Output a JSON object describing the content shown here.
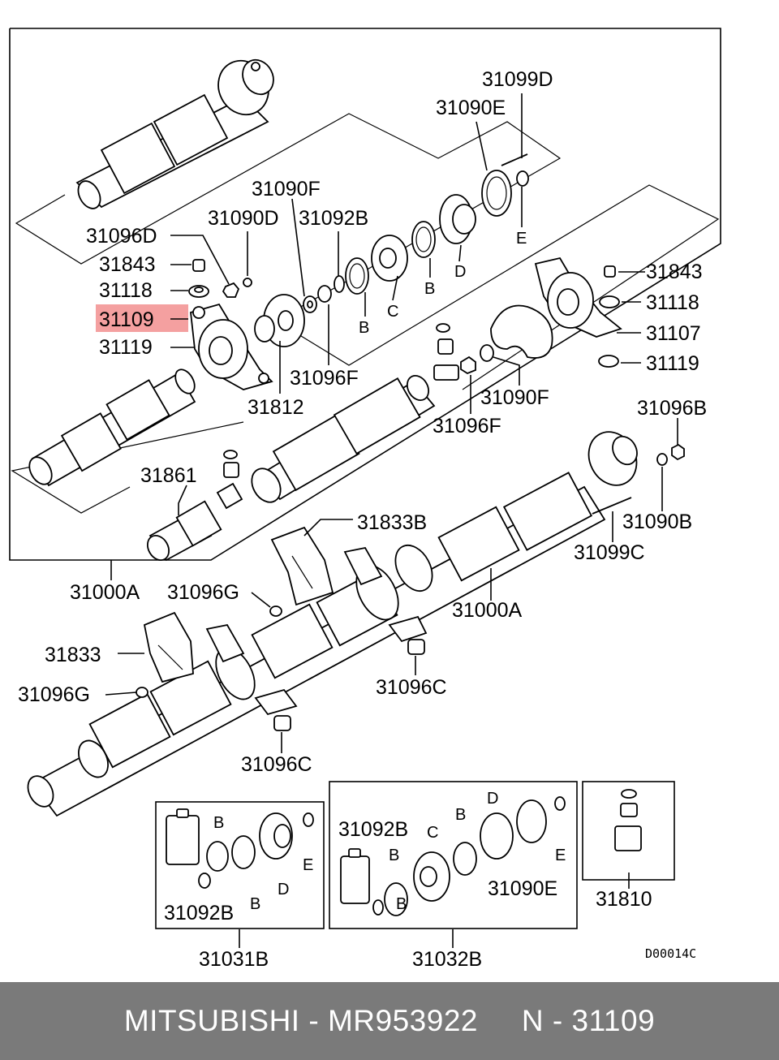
{
  "highlight_color": "#f4a0a0",
  "footer_bg": "#7a7a7a",
  "footer": {
    "brand": "MITSUBISHI",
    "part_number": "MR953922",
    "position": "N - 31109"
  },
  "drawing_code": "D00014C",
  "callouts": {
    "c31099D": "31099D",
    "c31090E_top": "31090E",
    "c31090F_top": "31090F",
    "c31090D": "31090D",
    "c31092B_top": "31092B",
    "c31096D": "31096D",
    "c31843_left": "31843",
    "c31118_left": "31118",
    "c31109": "31109",
    "c31119_left": "31119",
    "c31096F_mid": "31096F",
    "c31812": "31812",
    "c31843_right": "31843",
    "c31118_right": "31118",
    "c31107": "31107",
    "c31119_right": "31119",
    "c31090F_right": "31090F",
    "c31096F_right": "31096F",
    "c31096B": "31096B",
    "c31861": "31861",
    "c31833B": "31833B",
    "c31090B": "31090B",
    "c31099C": "31099C",
    "c31000A_left": "31000A",
    "c31096G_top": "31096G",
    "c31000A_right": "31000A",
    "c31833": "31833",
    "c31096G_bottom": "31096G",
    "c31096C_upper": "31096C",
    "c31096C_lower": "31096C",
    "c31092B_box2": "31092B",
    "c31090E_box2": "31090E",
    "c31810": "31810",
    "c31092B_box1": "31092B",
    "c31031B": "31031B",
    "c31032B": "31032B"
  },
  "letters": {
    "E_top": "E",
    "D_top": "D",
    "B_top": "B",
    "C_top": "C",
    "B_mid": "B",
    "box1_B1": "B",
    "box1_B2": "B",
    "box1_D": "D",
    "box1_E": "E",
    "box2_B1": "B",
    "box2_C": "C",
    "box2_B2": "B",
    "box2_D": "D",
    "box2_E": "E",
    "box2_B3": "B"
  }
}
